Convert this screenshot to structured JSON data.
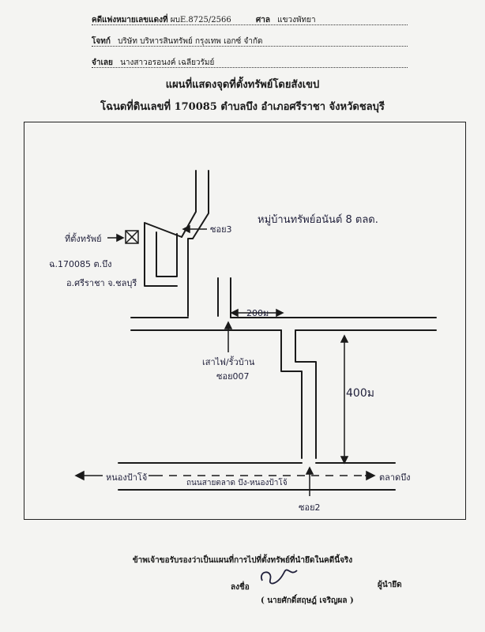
{
  "header": {
    "case_label": "คดีแพ่งหมายเลขแดงที่",
    "case_number": "ผบE.8725/2566",
    "court_label": "ศาล",
    "court_name": "แขวงพัทยา",
    "plaintiff_label": "โจทก์",
    "plaintiff_name": "บริษัท บริหารสินทรัพย์ กรุงเทพ เอกซ์ จำกัด",
    "defendant_label": "จำเลย",
    "defendant_name": "นางสาวอรอนงค์ เฉลียวรัมย์"
  },
  "title": {
    "line1": "แผนที่แสดงจุดที่ตั้งทรัพย์โดยสังเขป",
    "line2": "โฉนดที่ดินเลขที่ 170085 ตำบลบึง อำเภอศรีราชา จังหวัดชลบุรี"
  },
  "map": {
    "village_label": "หมู่บ้านทรัพย์อนันต์ 8 ตลด.",
    "property_label": "ที่ตั้งทรัพย์",
    "deed_line1": "ฉ.170085 ต.บึง",
    "deed_line2": "อ.ศรีราชา จ.ชลบุรี",
    "soi3_label": "ซอย3",
    "distance_200": "200ม",
    "distance_400": "400ม",
    "sao_label": "เสาไฟ/รั้วบ้าน",
    "soi007_label": "ซอย007",
    "left_road_label": "หนองป้าโจ้",
    "right_road_label": "ตลาดบึง",
    "main_road_label": "ถนนสายตลาด บึง-หนองป้าโจ้",
    "soi2_label": "ซอย2"
  },
  "certification": {
    "statement": "ข้าพเจ้าขอรับรองว่าเป็นแผนที่การไปที่ตั้งทรัพย์ที่นำยึดในคดีนี้จริง",
    "sign_label": "ลงชื่อ",
    "role_label": "ผู้นำยึด",
    "signer_name": "( นายศักดิ์สฤษฎ์ เจริญผล )"
  }
}
